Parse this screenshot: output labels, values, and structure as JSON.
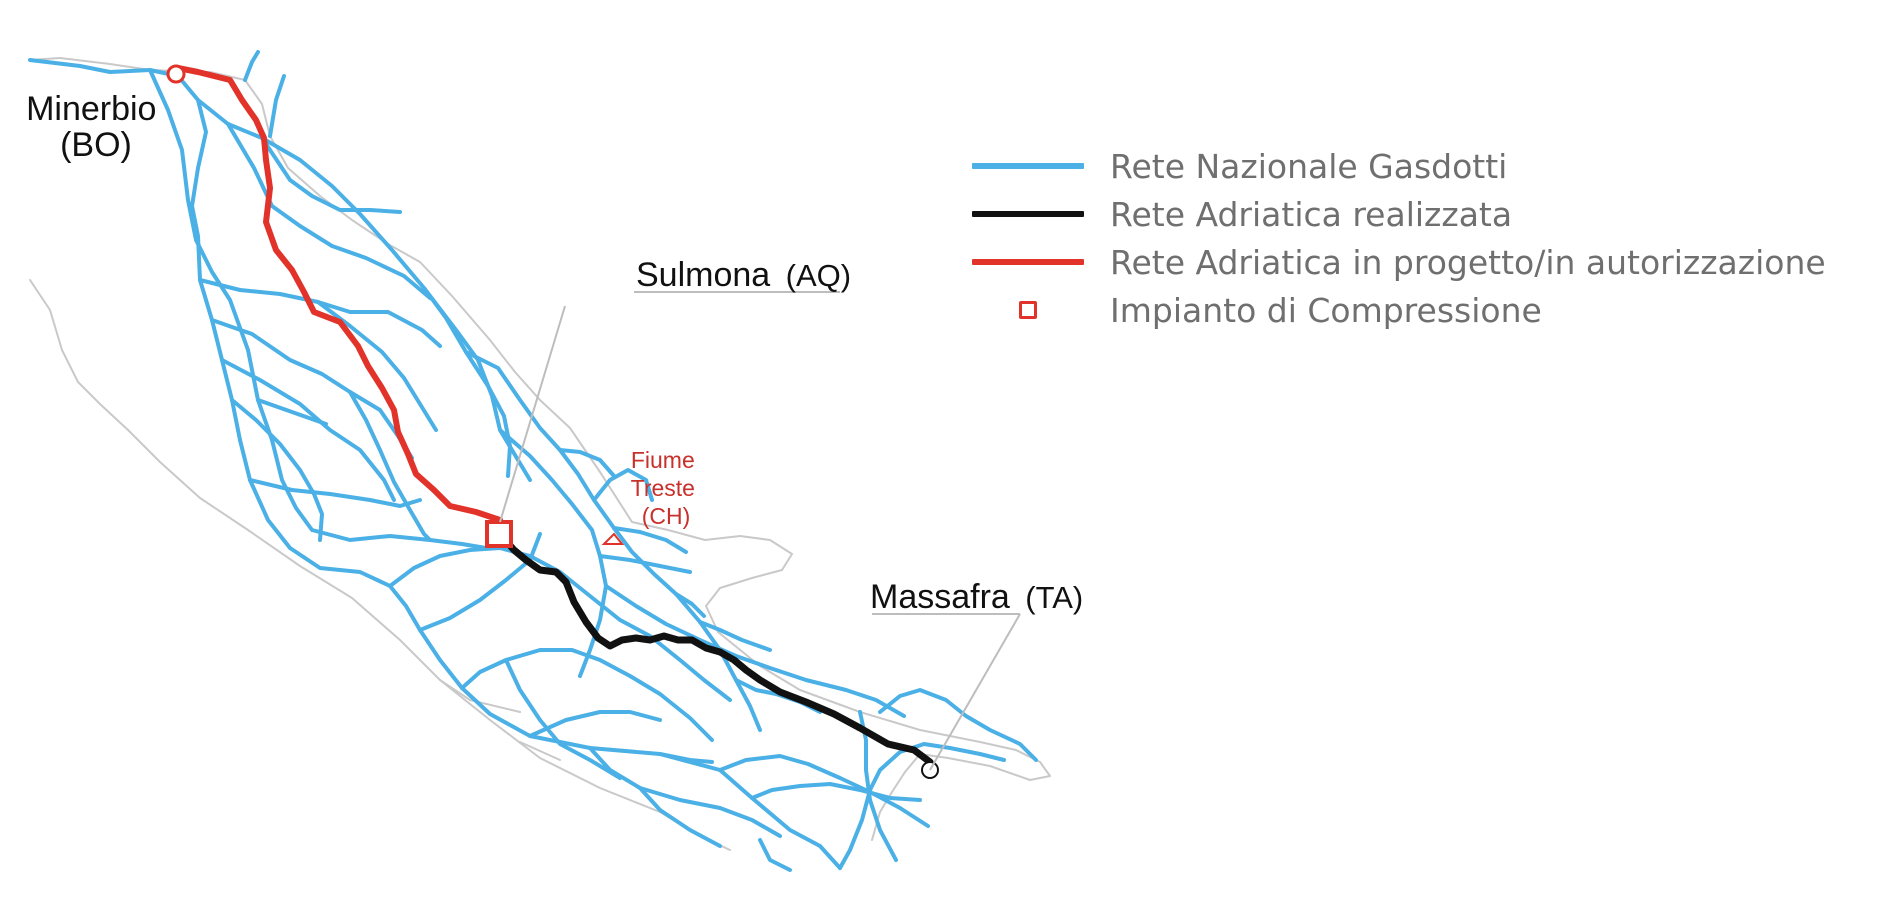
{
  "labels": {
    "minerbio_line1": "Minerbio",
    "minerbio_line2": "(BO)",
    "sulmona_name": "Sulmona",
    "sulmona_code": "(AQ)",
    "fiume_line1": "Fiume",
    "fiume_line2": "Treste",
    "fiume_line3": "(CH)",
    "massafra_name": "Massafra",
    "massafra_code": "(TA)"
  },
  "legend": {
    "items": [
      {
        "label": "Rete Nazionale Gasdotti",
        "symbol": "line",
        "color": "#4ab0e6"
      },
      {
        "label": "Rete Adriatica realizzata",
        "symbol": "line",
        "color": "#111111"
      },
      {
        "label": "Rete Adriatica in progetto/in autorizzazione",
        "symbol": "line",
        "color": "#e2332a"
      },
      {
        "label": "Impianto di Compressione",
        "symbol": "square",
        "color": "#e2332a"
      }
    ]
  },
  "colors": {
    "national_network": "#4ab0e6",
    "built": "#111111",
    "planned": "#e2332a",
    "coast": "#c9c9c9",
    "leader": "#bdbdbd",
    "label_red": "#c8312b"
  }
}
